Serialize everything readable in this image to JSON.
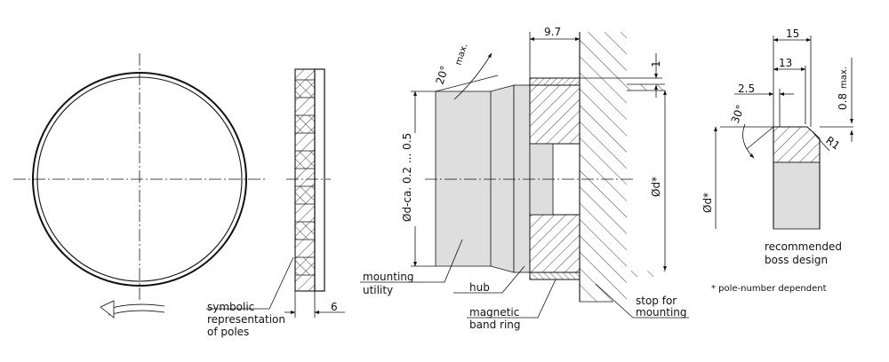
{
  "labels": {
    "poles_line1": "symbolic",
    "poles_line2": "representation",
    "poles_line3": "of poles",
    "utility_line1": "mounting",
    "utility_line2": "utility",
    "hub": "hub",
    "ring_line1": "magnetic",
    "ring_line2": "band ring",
    "stop_line1": "stop for",
    "stop_line2": "mounting",
    "boss_line1": "recommended",
    "boss_line2": "boss design",
    "footnote": "* pole-number dependent"
  },
  "dimensions": {
    "thickness": "6",
    "width": "9.7",
    "gap": "1",
    "angle": "20°",
    "angle_suffix": "max.",
    "diameter_range": "Ød-ca. 0.2 ... 0.5",
    "diameter": "Ød*",
    "boss_width": "15",
    "boss_inner": "13",
    "chamfer": "2.5",
    "chamfer_angle": "30°",
    "step": "0.8",
    "step_suffix": "max.",
    "radius": "R1",
    "boss_diameter": "Ød*"
  },
  "colors": {
    "line": "#111111",
    "fill_gray": "#dedede"
  }
}
